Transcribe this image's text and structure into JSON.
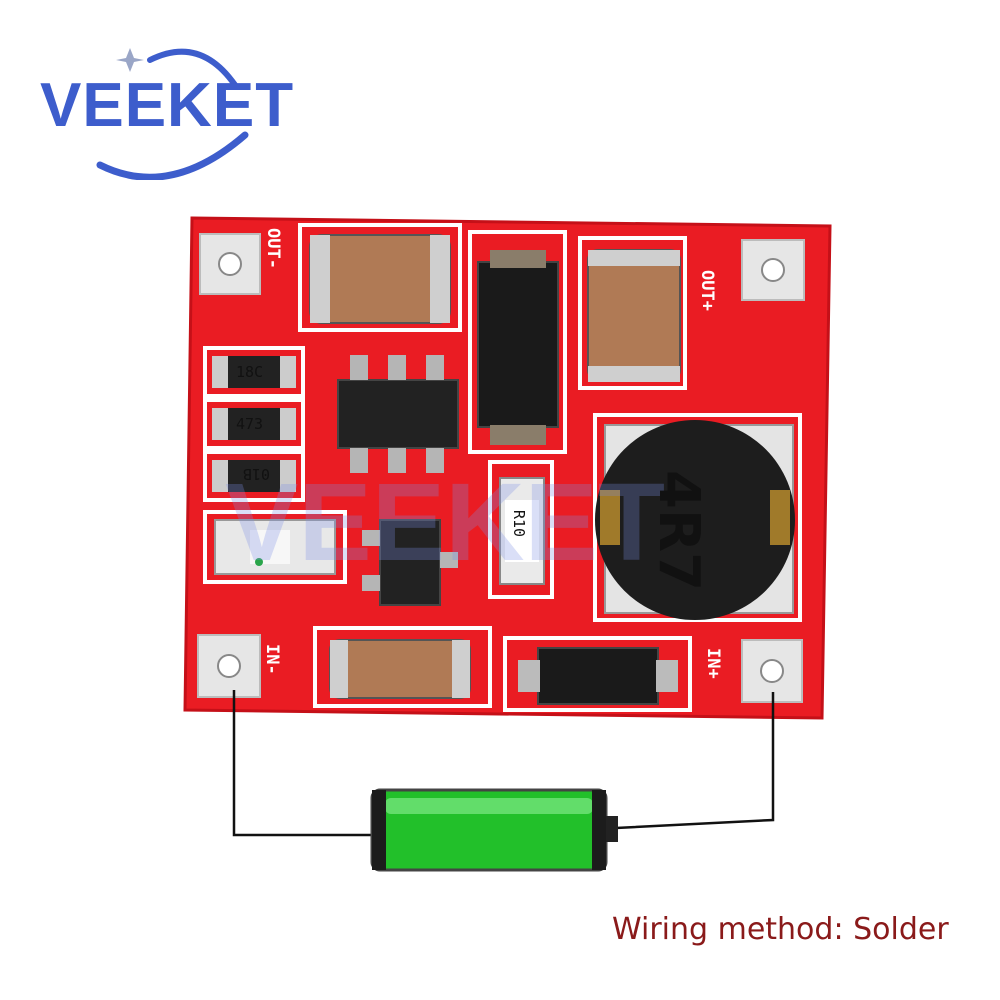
{
  "brand": {
    "logo_text": "VEEKET",
    "watermark_text": "VEEKET",
    "logo_color": "#3d5dcc"
  },
  "caption": {
    "text": "Wiring method: Solder",
    "color": "#8a1a1a"
  },
  "board": {
    "color": "#ea1c23",
    "labels": {
      "in_minus": "IN-",
      "in_plus": "IN+",
      "out_plus": "OUT+",
      "out_minus": "OUT-"
    },
    "resistors": [
      "18C",
      "473",
      "01B",
      "R10"
    ],
    "inductor_marking": "4R7"
  },
  "battery": {
    "icon": "battery-icon",
    "color": "#22c02a"
  }
}
